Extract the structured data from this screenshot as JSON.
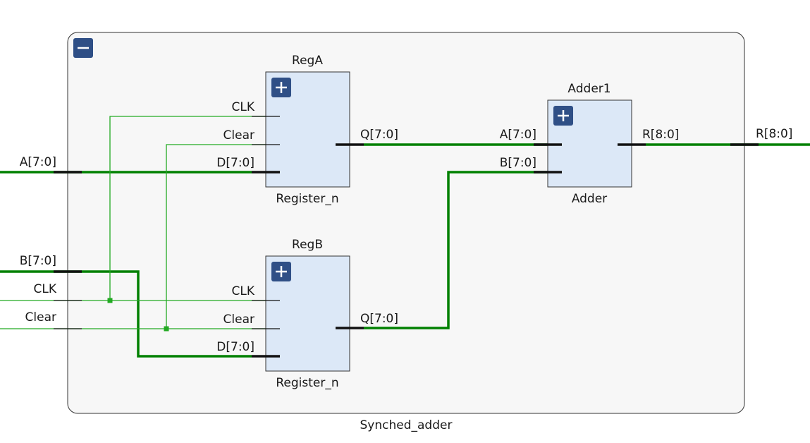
{
  "container": {
    "name": "Synched_adder",
    "collapse_icon": "minus-icon"
  },
  "top_ports": {
    "a": "A[7:0]",
    "b": "B[7:0]",
    "clk": "CLK",
    "clear": "Clear",
    "r": "R[8:0]"
  },
  "reg_a": {
    "instance": "RegA",
    "module": "Register_n",
    "expand_icon": "plus-icon",
    "in_clk": "CLK",
    "in_clear": "Clear",
    "in_d": "D[7:0]",
    "out_q": "Q[7:0]"
  },
  "reg_b": {
    "instance": "RegB",
    "module": "Register_n",
    "expand_icon": "plus-icon",
    "in_clk": "CLK",
    "in_clear": "Clear",
    "in_d": "D[7:0]",
    "out_q": "Q[7:0]"
  },
  "adder": {
    "instance": "Adder1",
    "module": "Adder",
    "expand_icon": "plus-icon",
    "in_a": "A[7:0]",
    "in_b": "B[7:0]",
    "out_r": "R[8:0]"
  },
  "colors": {
    "bus_wire": "#008000",
    "net_wire": "#22aa22",
    "block_fill": "#dce8f7",
    "container_fill": "#f7f7f7",
    "button": "#2f4f86"
  }
}
